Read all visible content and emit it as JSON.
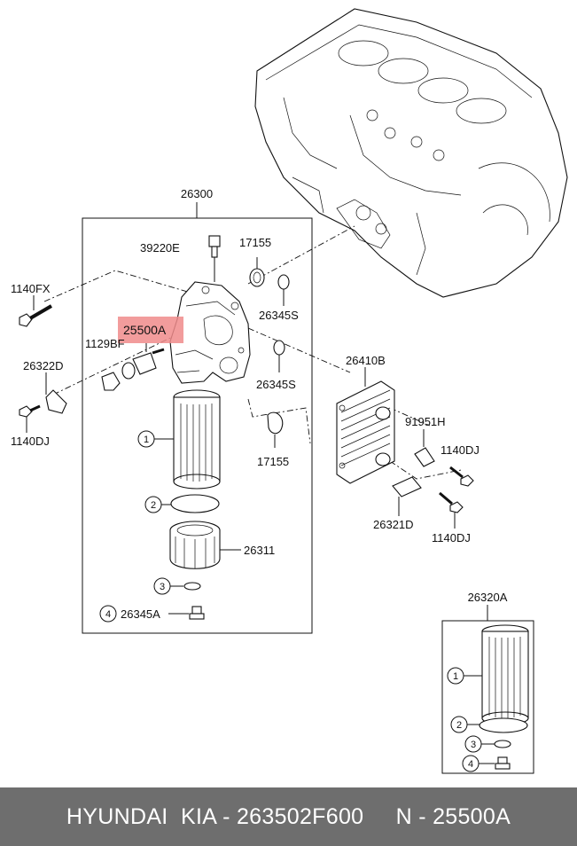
{
  "labels": {
    "assembly": "26300",
    "sensor": "39220E",
    "seal_top": "17155",
    "bolt_left_top": "1140FX",
    "oring_a": "26345S",
    "highlight": "25500A",
    "plug": "1129BF",
    "bracket_left": "26322D",
    "oring_b": "26345S",
    "bolt_left_bottom": "1140DJ",
    "gasket": "17155",
    "cooler": "26410B",
    "clip": "91951H",
    "bolt_right_a": "1140DJ",
    "bracket_right": "26321D",
    "bolt_right_b": "1140DJ",
    "cap": "26311",
    "drain": "26345A",
    "filter_kit": "26320A"
  },
  "callouts": {
    "c1": "1",
    "c2": "2",
    "c3": "3",
    "c4": "4",
    "k1": "1",
    "k2": "2",
    "k3": "3",
    "k4": "4"
  },
  "footer": {
    "text": "HYUNDAI  KIA - 263502F600     N - 25500A"
  },
  "colors": {
    "highlight": "#f08b8b",
    "footer_bg": "#6e6e6e",
    "line": "#111111"
  }
}
